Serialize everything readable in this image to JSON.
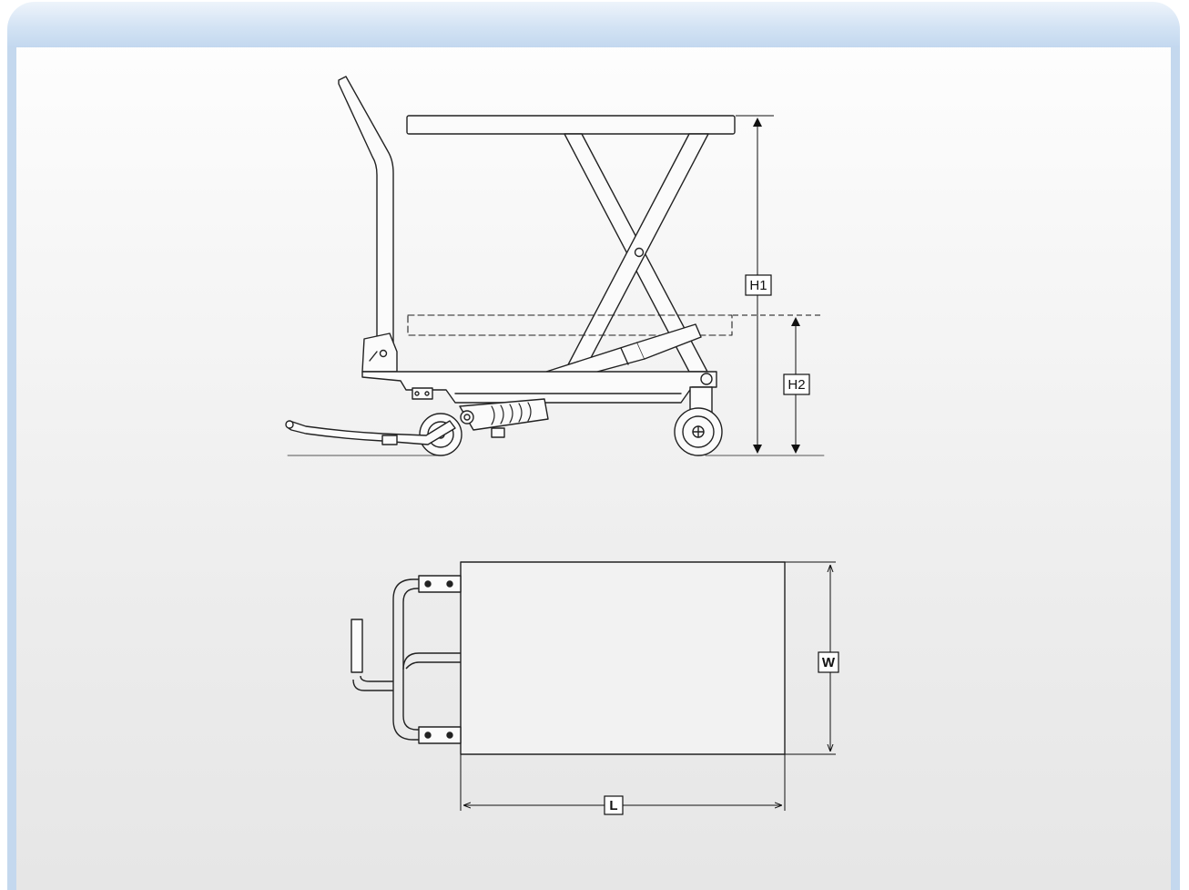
{
  "side_view": {
    "labels": {
      "raised_height": "H1",
      "lowered_height": "H2"
    }
  },
  "top_view": {
    "labels": {
      "width": "W",
      "length": "L"
    }
  }
}
